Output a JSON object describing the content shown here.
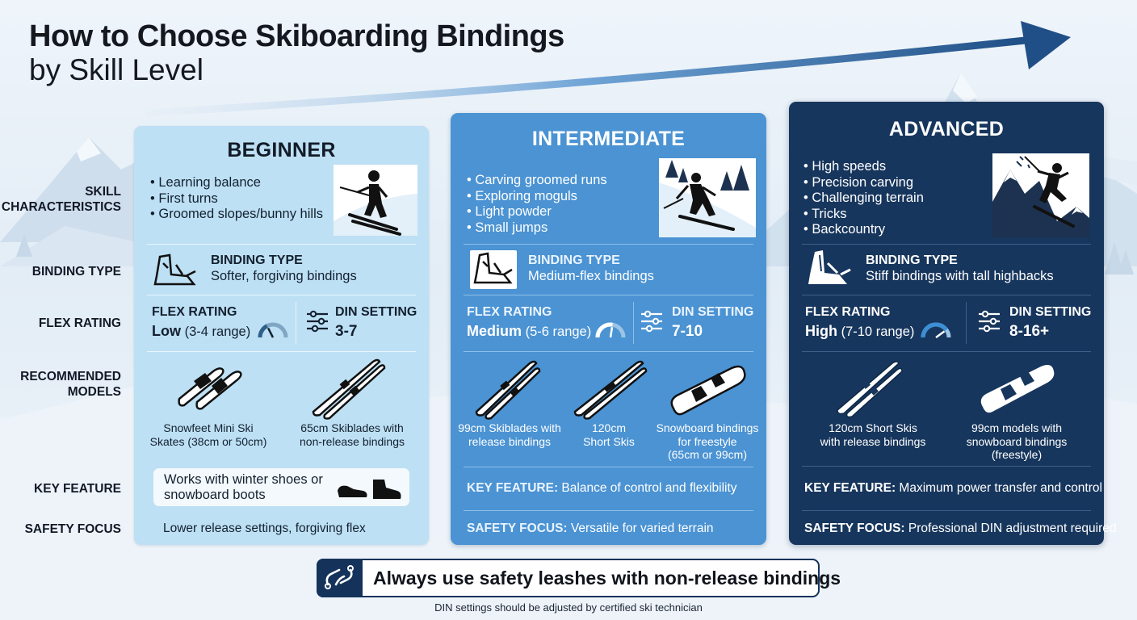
{
  "title": {
    "line1": "How to Choose Skiboarding Bindings",
    "line2": "by Skill Level"
  },
  "row_labels": {
    "skill": "SKILL\nCHARACTERISTICS",
    "binding": "BINDING TYPE",
    "flex": "FLEX RATING",
    "models": "RECOMMENDED\nMODELS",
    "feature": "KEY FEATURE",
    "safety": "SAFETY FOCUS"
  },
  "levels": {
    "beginner": {
      "heading": "BEGINNER",
      "skills": [
        "Learning balance",
        "First turns",
        "Groomed slopes/bunny hills"
      ],
      "binding_title": "BINDING TYPE",
      "binding_value": "Softer, forgiving bindings",
      "flex_title": "FLEX RATING",
      "flex_level": "Low",
      "flex_range": "(3-4 range)",
      "din_title": "DIN SETTING",
      "din_value": "3-7",
      "models": [
        "Snowfeet Mini Ski\nSkates (38cm or 50cm)",
        "65cm Skiblades with\nnon-release bindings"
      ],
      "key_feature": "Works with winter shoes or\nsnowboard boots",
      "safety_focus": "Lower release settings, forgiving flex",
      "flex_gauge": 0.35
    },
    "intermediate": {
      "heading": "INTERMEDIATE",
      "skills": [
        "Carving groomed runs",
        "Exploring moguls",
        "Light powder",
        "Small jumps"
      ],
      "binding_title": "BINDING TYPE",
      "binding_value": "Medium-flex bindings",
      "flex_title": "FLEX RATING",
      "flex_level": "Medium",
      "flex_range": "(5-6 range)",
      "din_title": "DIN SETTING",
      "din_value": "7-10",
      "models": [
        "99cm Skiblades with\nrelease bindings",
        "120cm\nShort Skis",
        "Snowboard bindings\nfor freestyle\n(65cm or 99cm)"
      ],
      "key_feature_label": "KEY FEATURE:",
      "key_feature": "Balance of control and flexibility",
      "safety_focus_label": "SAFETY FOCUS:",
      "safety_focus": "Versatile for varied terrain",
      "flex_gauge": 0.55
    },
    "advanced": {
      "heading": "ADVANCED",
      "skills": [
        "High speeds",
        "Precision carving",
        "Challenging terrain",
        "Tricks",
        "Backcountry"
      ],
      "binding_title": "BINDING TYPE",
      "binding_value": "Stiff bindings with tall highbacks",
      "flex_title": "FLEX RATING",
      "flex_level": "High",
      "flex_range": "(7-10 range)",
      "din_title": "DIN SETTING",
      "din_value": "8-16+",
      "models": [
        "120cm Short Skis\nwith release bindings",
        "99cm models with\nsnowboard bindings\n(freestyle)"
      ],
      "key_feature_label": "KEY FEATURE:",
      "key_feature": "Maximum power transfer and control",
      "safety_focus_label": "SAFETY FOCUS:",
      "safety_focus": "Professional DIN adjustment required",
      "flex_gauge": 0.8
    }
  },
  "banner": {
    "text": "Always use safety leashes with non-release bindings",
    "icon": "safety-leash-icon"
  },
  "footnote": "DIN settings should be adjusted by certified ski technician",
  "colors": {
    "beginner": "#bde0f4",
    "intermediate": "#4b93d3",
    "advanced": "#17365d",
    "arrow": "#1f4f86"
  }
}
